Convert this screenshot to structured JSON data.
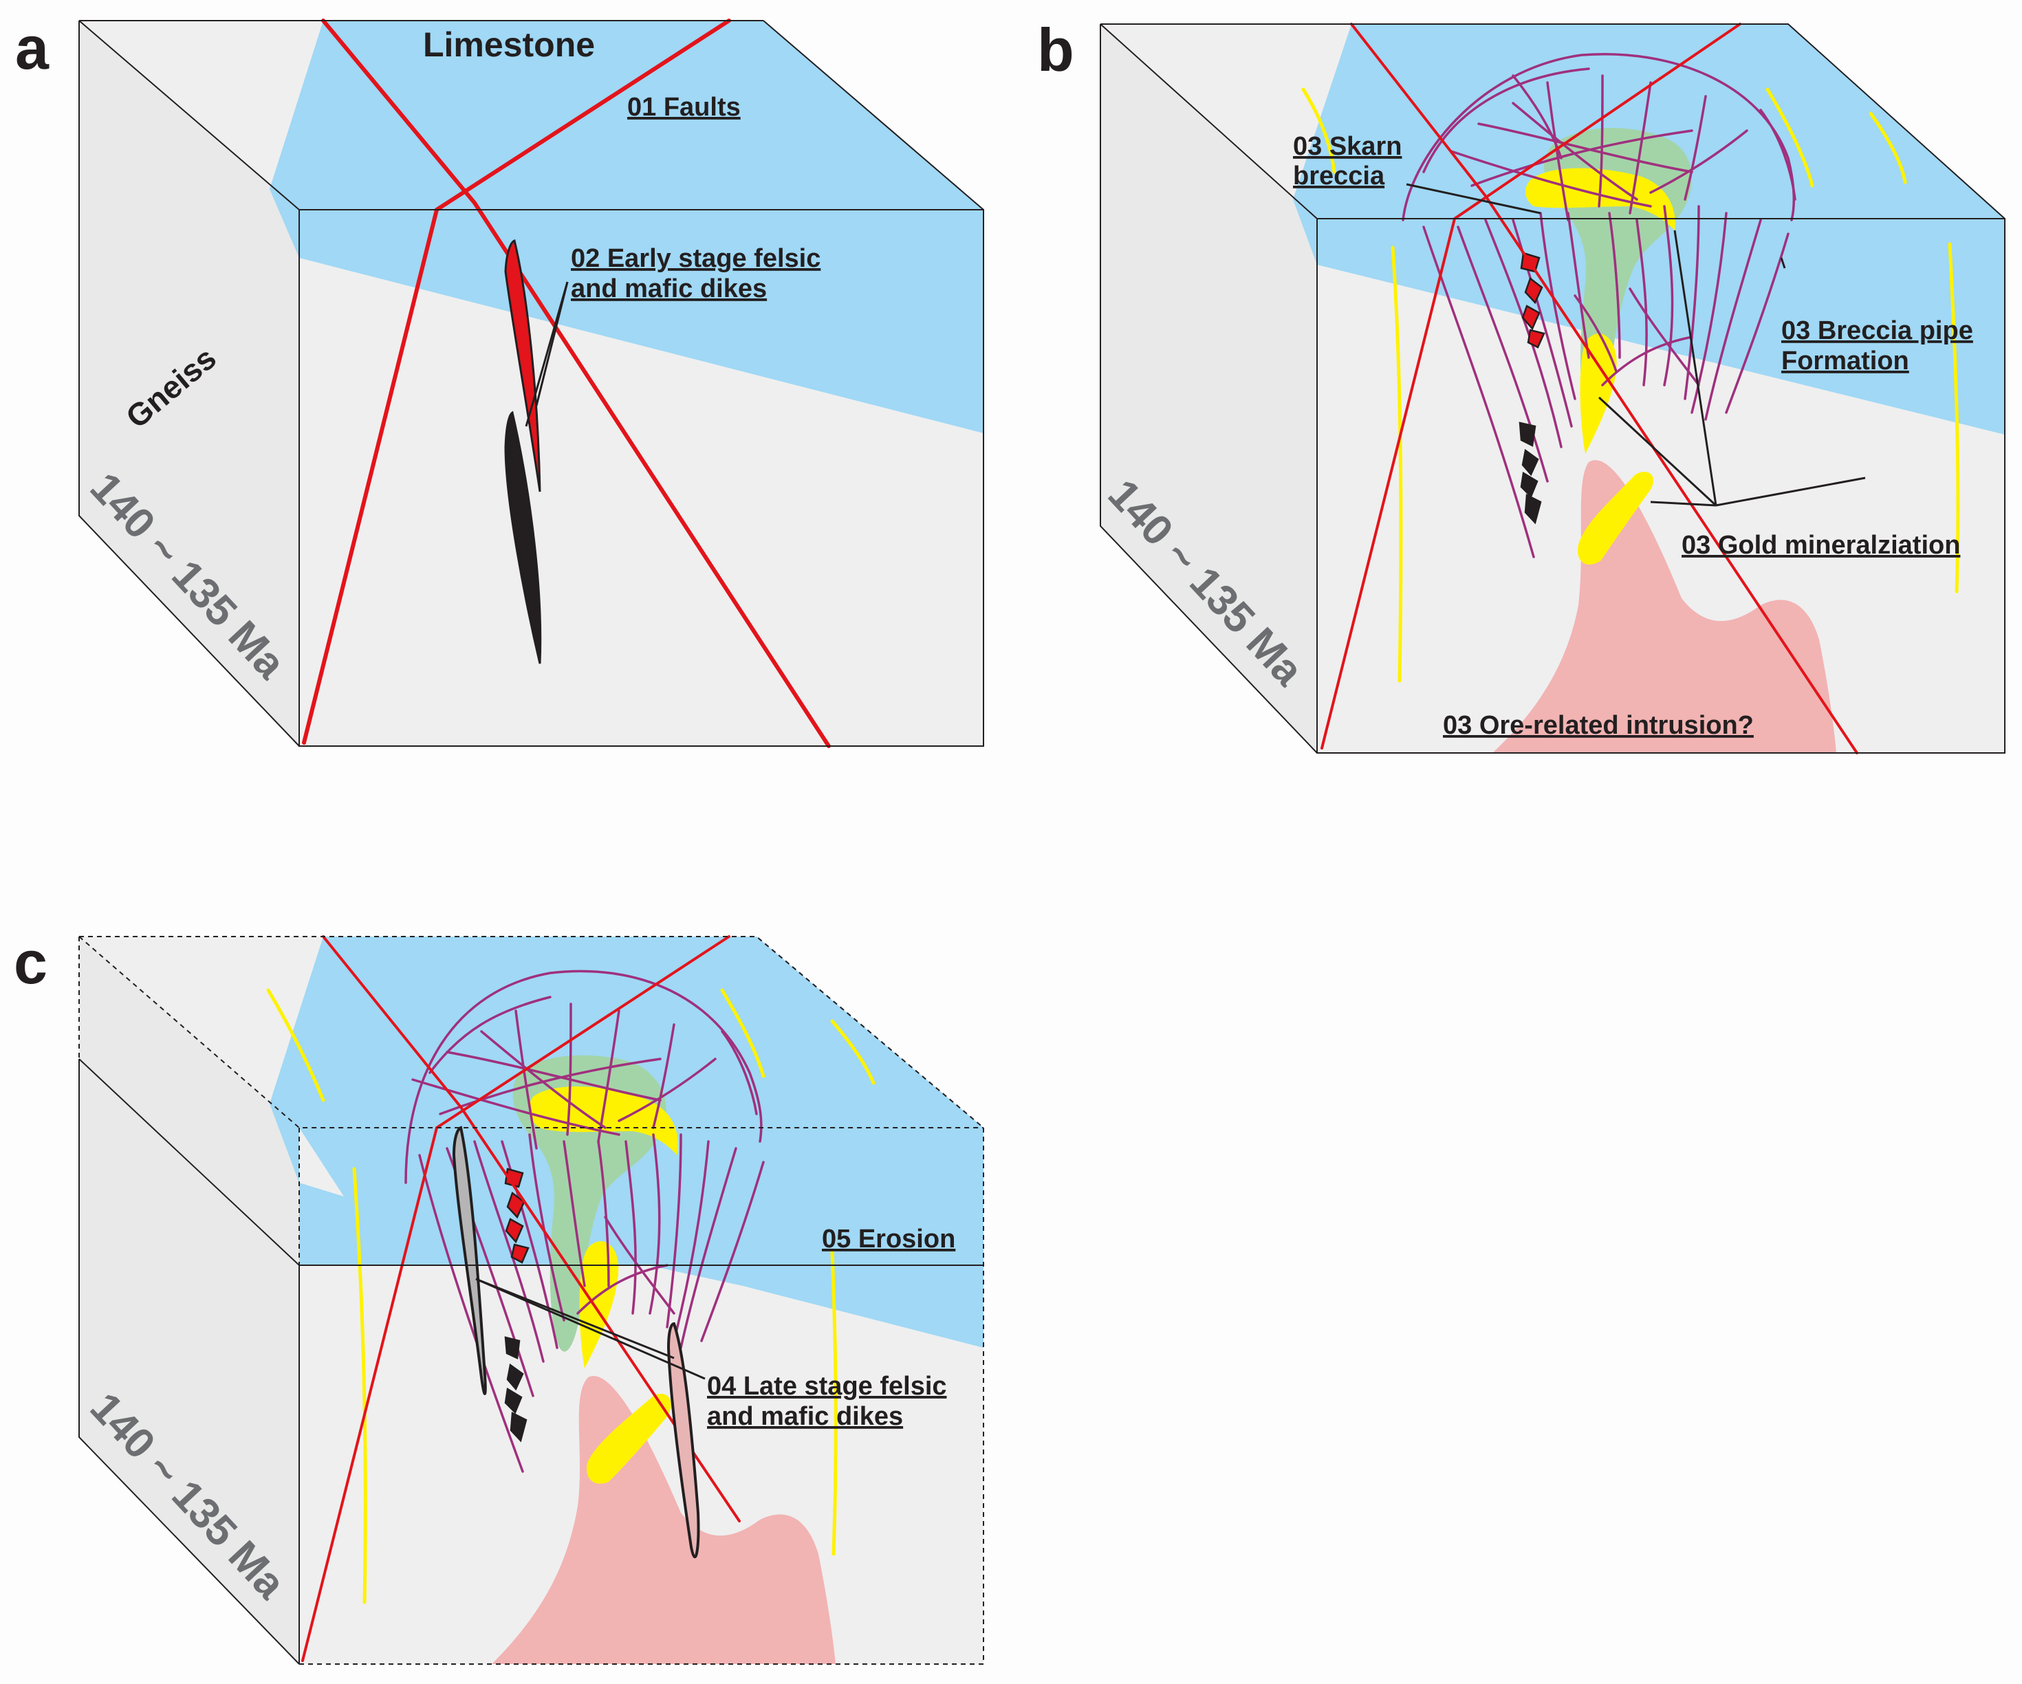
{
  "colors": {
    "limestone": "#a0d8f5",
    "gneiss": "#efefef",
    "gneiss_side": "#e9e9e9",
    "fault": "#e3141b",
    "breccia_vein": "#a0307e",
    "skarn": "#a3d4a8",
    "gold": "#fff200",
    "intrusion": "#f2b3b3",
    "felsic_dike": "#e3141b",
    "mafic_dike": "#231f20",
    "late_dike_gray": "#b5b5b5",
    "late_dike_pink": "#e8b5b5",
    "outline": "#231f20"
  },
  "panels": [
    {
      "letter": "a",
      "top_label": "Limestone",
      "side_label": "Gneiss",
      "age": "140 ~ 135 Ma",
      "labels": [
        "01 Faults",
        "02 Early stage felsic",
        "and mafic dikes"
      ]
    },
    {
      "letter": "b",
      "age": "140 ~ 135 Ma",
      "labels": [
        "03 Skarn",
        "breccia",
        "03 Breccia pipe",
        "Formation",
        "03 Gold mineralziation",
        "03 Ore-related intrusion?"
      ]
    },
    {
      "letter": "c",
      "age": "140 ~ 135 Ma",
      "labels": [
        "05 Erosion",
        "04 Late stage felsic",
        "and mafic dikes"
      ]
    }
  ]
}
